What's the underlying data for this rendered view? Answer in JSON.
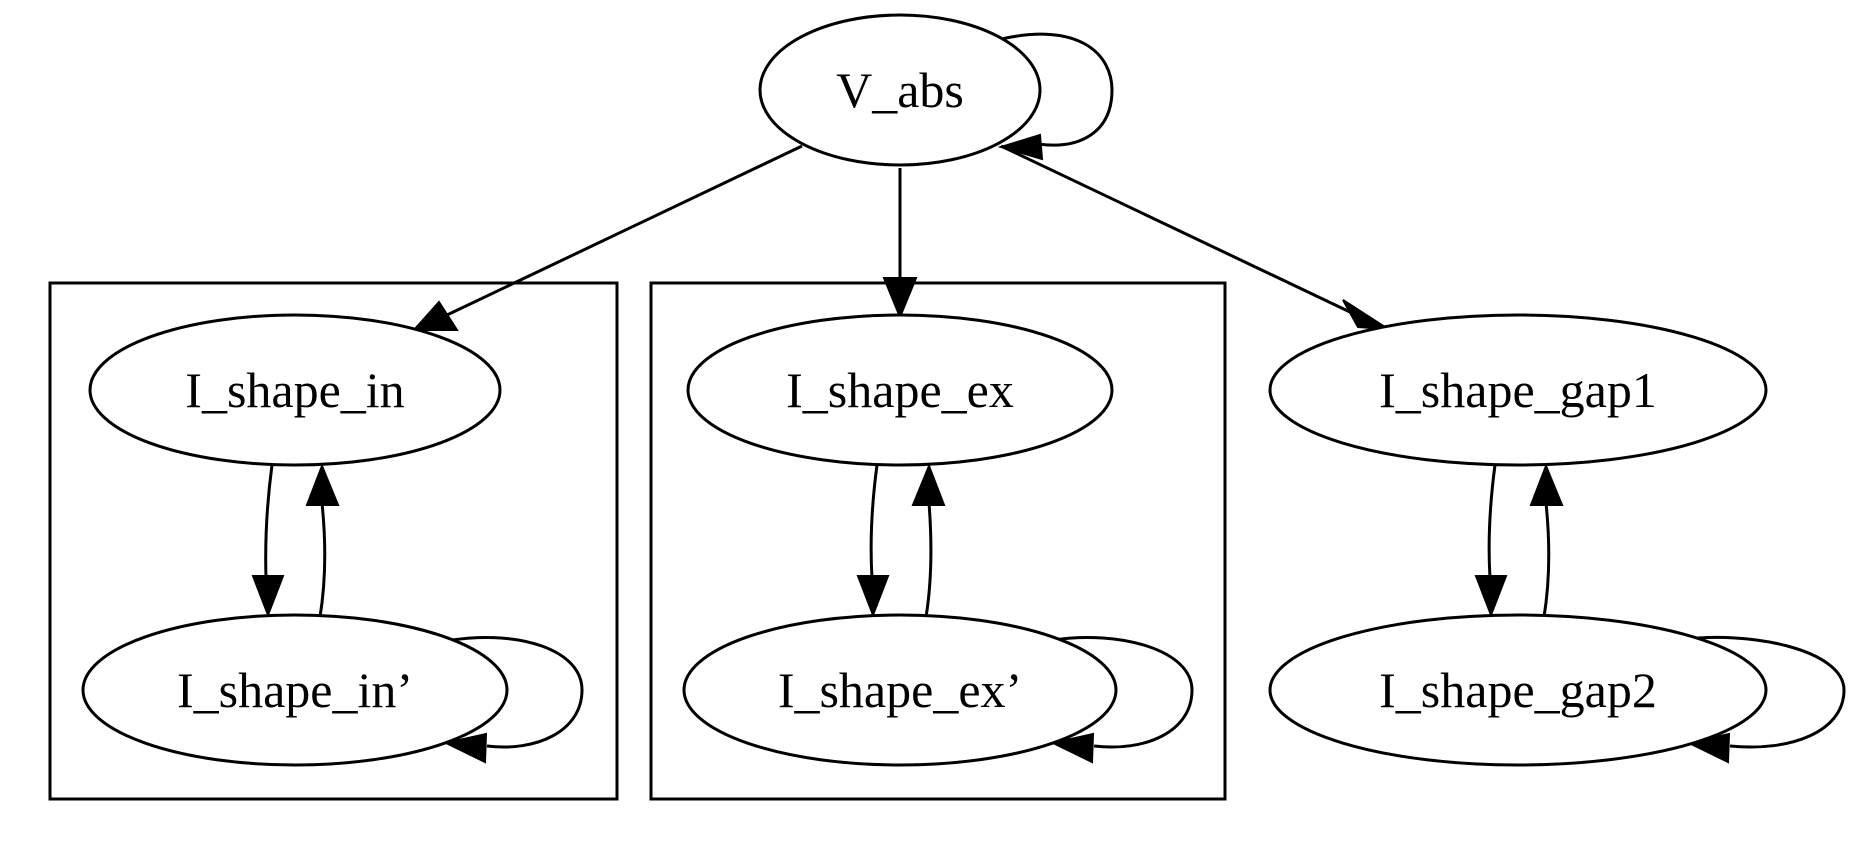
{
  "nodes": {
    "v_abs": "V_abs",
    "shape_in": "I_shape_in",
    "shape_in_prime": "I_shape_in’",
    "shape_ex": "I_shape_ex",
    "shape_ex_prime": "I_shape_ex’",
    "shape_gap1": "I_shape_gap1",
    "shape_gap2": "I_shape_gap2"
  },
  "edges": [
    {
      "from": "V_abs",
      "to": "V_abs"
    },
    {
      "from": "V_abs",
      "to": "I_shape_in"
    },
    {
      "from": "V_abs",
      "to": "I_shape_ex"
    },
    {
      "from": "V_abs",
      "to": "I_shape_gap1"
    },
    {
      "from": "I_shape_in",
      "to": "I_shape_in’"
    },
    {
      "from": "I_shape_in’",
      "to": "I_shape_in"
    },
    {
      "from": "I_shape_in’",
      "to": "I_shape_in’"
    },
    {
      "from": "I_shape_ex",
      "to": "I_shape_ex’"
    },
    {
      "from": "I_shape_ex’",
      "to": "I_shape_ex"
    },
    {
      "from": "I_shape_ex’",
      "to": "I_shape_ex’"
    },
    {
      "from": "I_shape_gap1",
      "to": "I_shape_gap2"
    },
    {
      "from": "I_shape_gap2",
      "to": "I_shape_gap1"
    },
    {
      "from": "I_shape_gap2",
      "to": "I_shape_gap2"
    }
  ],
  "clusters": [
    {
      "members": [
        "I_shape_in",
        "I_shape_in’"
      ]
    },
    {
      "members": [
        "I_shape_ex",
        "I_shape_ex’"
      ]
    }
  ]
}
